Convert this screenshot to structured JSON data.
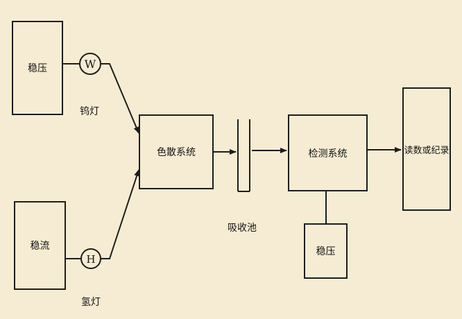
{
  "diagram": {
    "nodes": {
      "stabilizer_top": "稳压",
      "tungsten_lamp_symbol": "W",
      "tungsten_lamp_label": "钨灯",
      "stabilizer_bottom": "稳流",
      "hydrogen_lamp_symbol": "H",
      "hydrogen_lamp_label": "氢灯",
      "monochromator": "色散系统",
      "cell_label": "吸收池",
      "detector": "检测系统",
      "stabilizer_detector": "稳压",
      "readout": "读数或纪录"
    },
    "colors": {
      "background": "#f6ecd3",
      "stroke": "#1d1d1d"
    }
  }
}
